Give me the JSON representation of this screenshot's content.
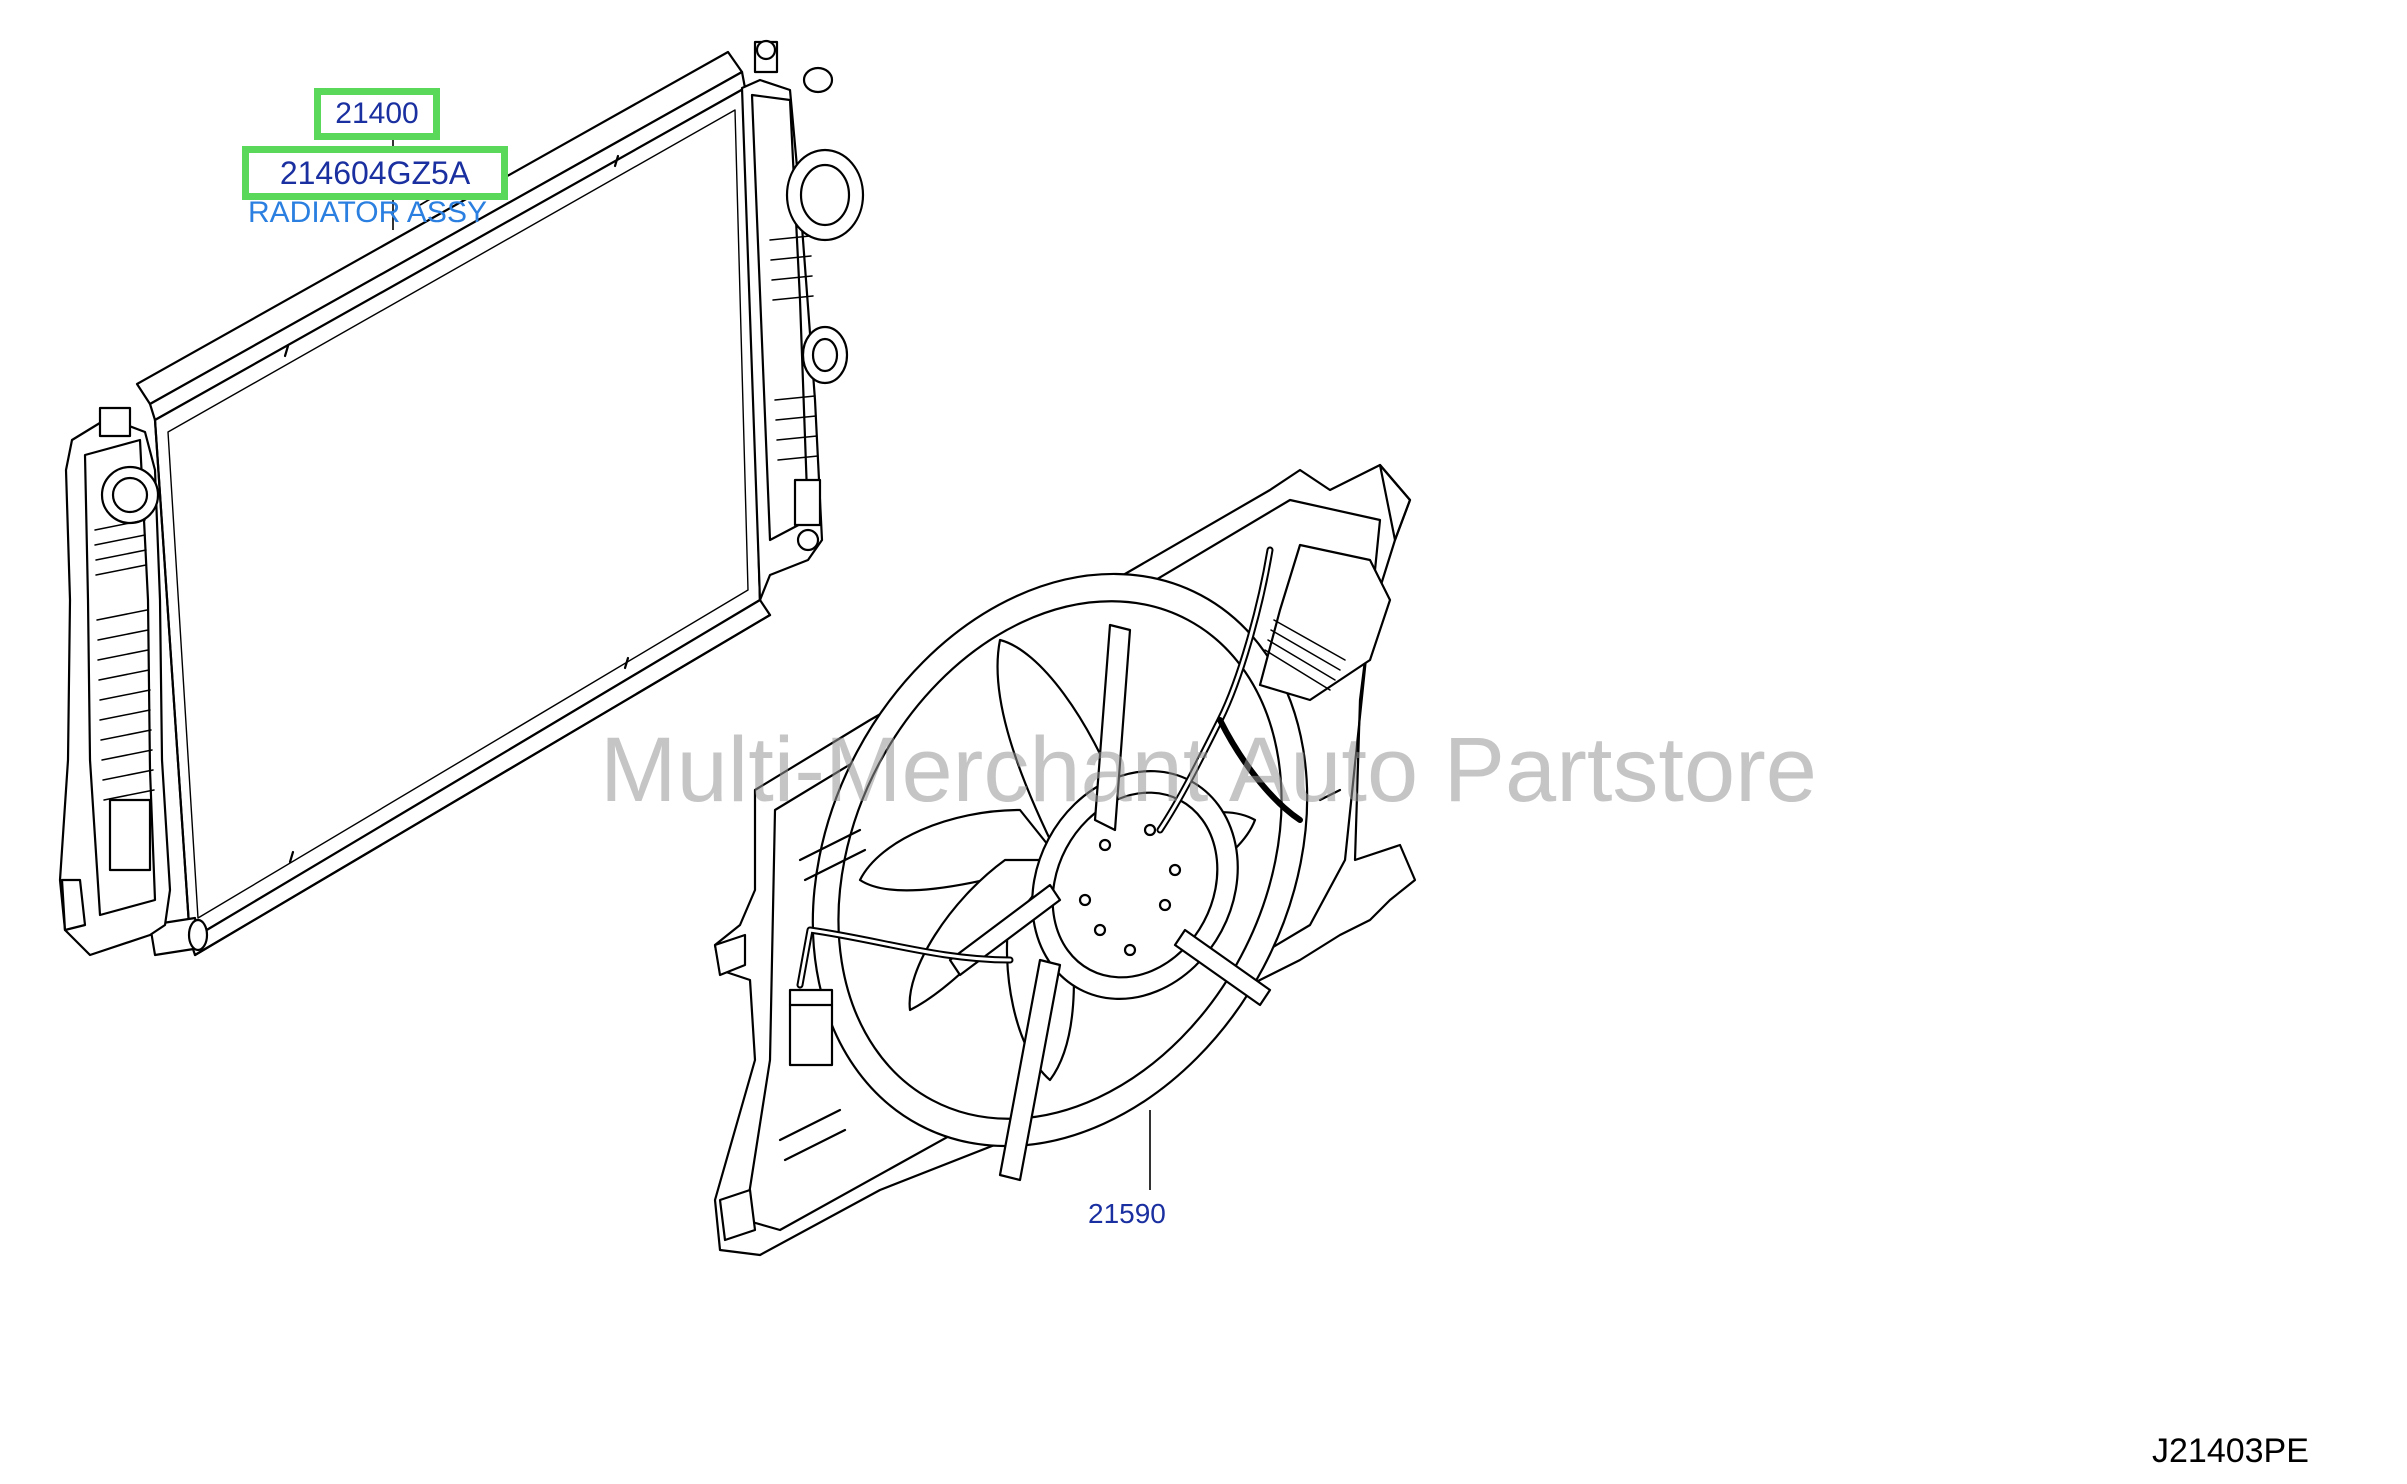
{
  "callouts": {
    "part_group": "21400",
    "part_number": "214604GZ5A",
    "part_name": "RADIATOR ASSY",
    "fan_part": "21590"
  },
  "watermark": "Multi-Merchant Auto Partstore",
  "diagram_code": "J21403PE",
  "colors": {
    "highlight_border": "#5ad85a",
    "callout_text": "#1a2fa0",
    "part_name_text": "#2a7fe0",
    "line_art": "#000000",
    "watermark": "#9a9a9a"
  }
}
